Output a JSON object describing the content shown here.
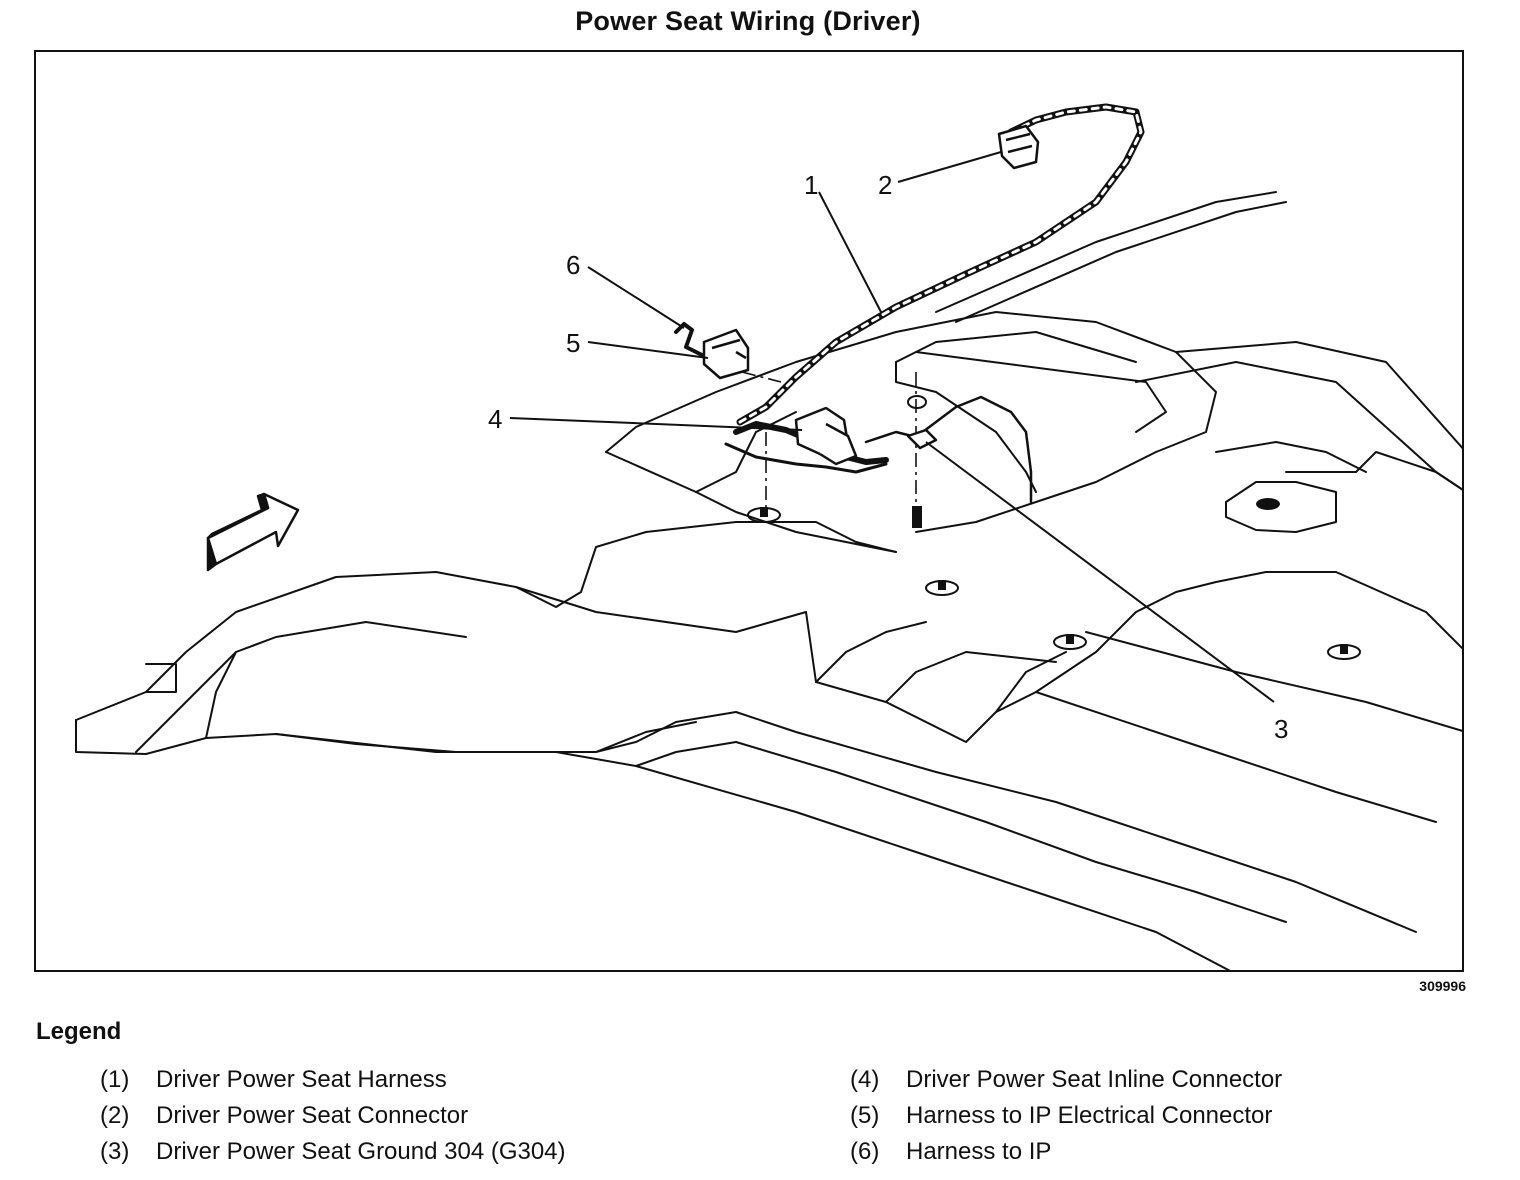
{
  "title": "Power Seat Wiring (Driver)",
  "figure_number": "309996",
  "legend": {
    "heading": "Legend",
    "items": [
      {
        "num": "(1)",
        "label": "Driver Power Seat Harness"
      },
      {
        "num": "(2)",
        "label": "Driver Power Seat Connector"
      },
      {
        "num": "(3)",
        "label": "Driver Power Seat Ground 304 (G304)"
      },
      {
        "num": "(4)",
        "label": "Driver Power Seat Inline Connector"
      },
      {
        "num": "(5)",
        "label": "Harness to IP Electrical Connector"
      },
      {
        "num": "(6)",
        "label": "Harness to IP"
      }
    ]
  },
  "callouts": [
    "1",
    "2",
    "3",
    "4",
    "5",
    "6"
  ]
}
